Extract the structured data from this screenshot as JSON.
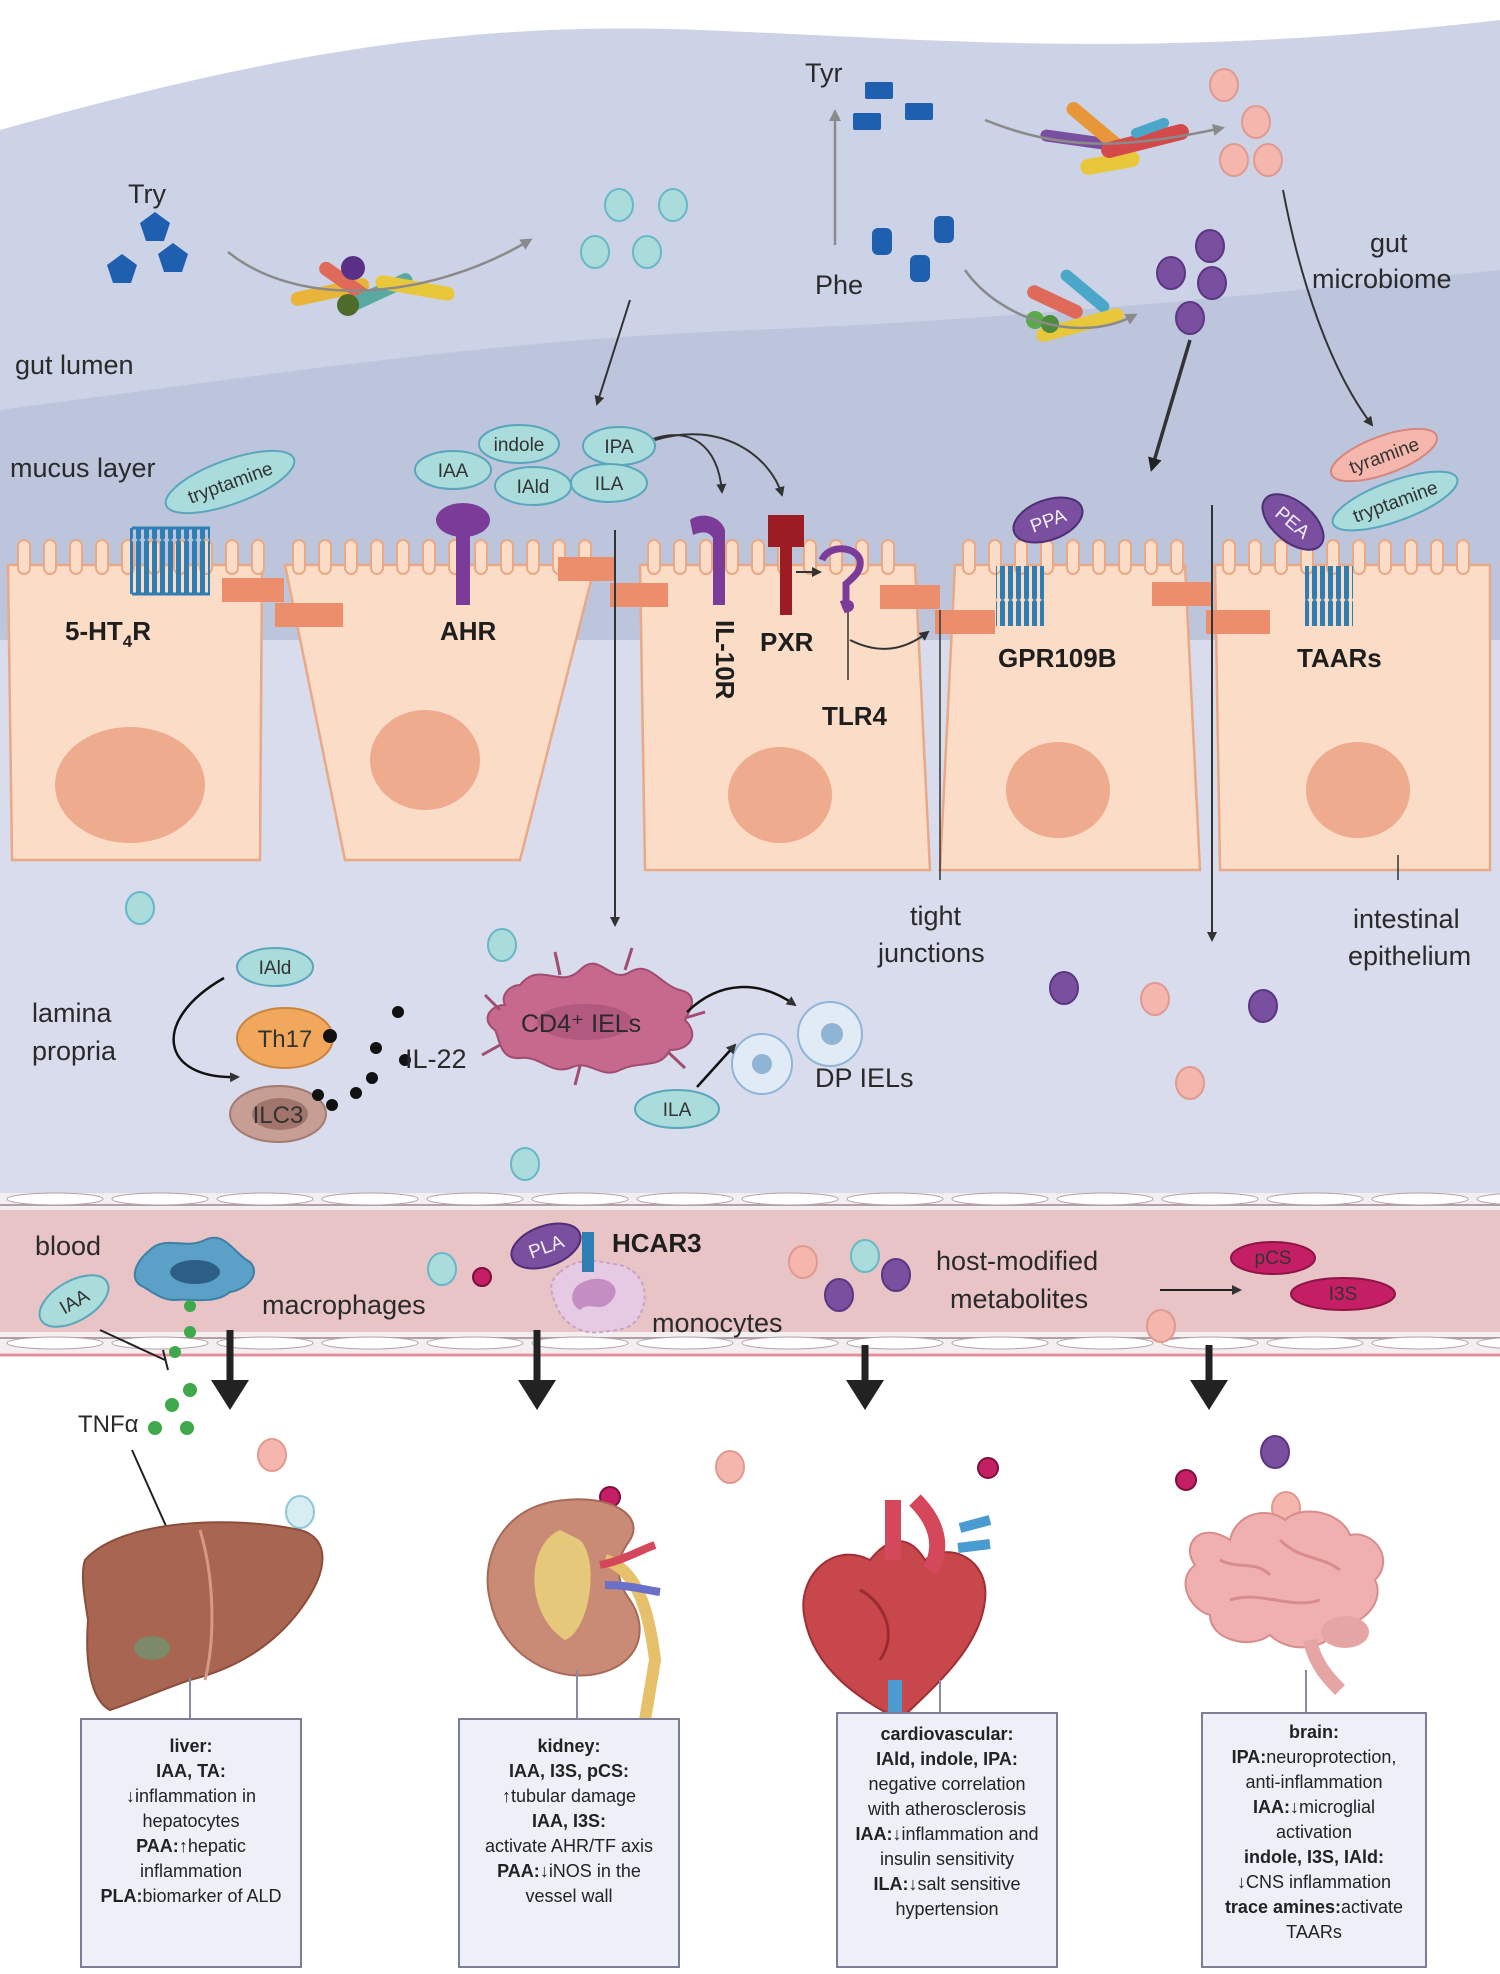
{
  "labels": {
    "try": "Try",
    "tyr": "Tyr",
    "phe": "Phe",
    "gut_lumen": "gut lumen",
    "gut_microbiome_1": "gut",
    "gut_microbiome_2": "microbiome",
    "mucus_layer": "mucus layer",
    "lamina_propria_1": "lamina",
    "lamina_propria_2": "propria",
    "tight_junctions_1": "tight",
    "tight_junctions_2": "junctions",
    "intestinal_epithelium_1": "intestinal",
    "intestinal_epithelium_2": "epithelium",
    "blood": "blood",
    "macrophages": "macrophages",
    "monocytes": "monocytes",
    "host_modified_1": "host-modified",
    "host_modified_2": "metabolites",
    "tnfa": "TNFα",
    "il22": "IL-22",
    "dp_iels": "DP IELs",
    "cd4_iels": "CD4⁺ IELs"
  },
  "receptors": {
    "ht4r_a": "5-HT",
    "ht4r_sub": "4",
    "ht4r_b": "R",
    "ahr": "AHR",
    "il10r": "IL-10R",
    "pxr": "PXR",
    "tlr4": "TLR4",
    "gpr109b": "GPR109B",
    "taars": "TAARs",
    "hcar3": "HCAR3"
  },
  "pills": {
    "tryptamine_left": "tryptamine",
    "indole": "indole",
    "ipa": "IPA",
    "iaa_mucus": "IAA",
    "iald_mucus": "IAld",
    "ila_mucus": "ILA",
    "ppa": "PPA",
    "pea": "PEA",
    "tyramine": "tyramine",
    "tryptamine_right": "tryptamine",
    "iald_lp": "IAld",
    "th17": "Th17",
    "ilc3": "ILC3",
    "ila_lp": "ILA",
    "iaa_blood": "IAA",
    "pla": "PLA",
    "pcs": "pCS",
    "i3s": "I3S"
  },
  "boxes": {
    "liver": [
      {
        "b": "liver:",
        "t": ""
      },
      {
        "b": "IAA, TA:",
        "t": ""
      },
      {
        "arrow": "↓",
        "t": "inflammation in"
      },
      {
        "b": "",
        "t": "hepatocytes"
      },
      {
        "b": "PAA:",
        "arrow": "↑",
        "t": "hepatic"
      },
      {
        "b": "",
        "t": "inflammation"
      },
      {
        "b": "PLA:",
        "t": "biomarker of ALD"
      }
    ],
    "kidney": [
      {
        "b": "kidney:",
        "t": ""
      },
      {
        "b": "IAA, I3S, pCS:",
        "t": ""
      },
      {
        "arrow": "↑",
        "t": "tubular damage"
      },
      {
        "b": "IAA, I3S:",
        "t": ""
      },
      {
        "b": "",
        "t": "activate AHR/TF axis"
      },
      {
        "b": "PAA:",
        "arrow": "↓",
        "t": "iNOS in the"
      },
      {
        "b": "",
        "t": "vessel wall"
      }
    ],
    "cardio": [
      {
        "b": "cardiovascular:",
        "t": ""
      },
      {
        "b": "IAld, indole, IPA:",
        "t": ""
      },
      {
        "b": "",
        "t": "negative correlation"
      },
      {
        "b": "",
        "t": "with atherosclerosis"
      },
      {
        "b": "IAA:",
        "arrow": "↓",
        "t": "inflammation and"
      },
      {
        "b": "",
        "t": "insulin sensitivity"
      },
      {
        "b": "ILA:",
        "arrow": "↓",
        "t": "salt sensitive"
      },
      {
        "b": "",
        "t": "hypertension"
      }
    ],
    "brain": [
      {
        "b": "brain:",
        "t": ""
      },
      {
        "b": "IPA:",
        "t": "neuroprotection,"
      },
      {
        "b": "",
        "t": "anti-inflammation"
      },
      {
        "b": "IAA:",
        "arrow": "↓",
        "t": "microglial"
      },
      {
        "b": "",
        "t": "activation"
      },
      {
        "b": "indole, I3S,  IAld:",
        "t": ""
      },
      {
        "arrow": "↓",
        "t": "CNS inflammation"
      },
      {
        "b": "trace amines:",
        "t": "activate"
      },
      {
        "b": "",
        "t": "TAARs"
      }
    ]
  },
  "colors": {
    "lumen": "#cdd3e6",
    "mucus": "#bcc4dc",
    "lamina": "#d9deee",
    "cell": "#fbdcc6",
    "cell_border": "#e9a986",
    "nucleus": "#eeab8d",
    "junction": "#ec8d6c",
    "blood": "#e8c4c6",
    "receptor_blue": "#2f7eb3",
    "teal_pill": "#a9dcdb",
    "purple_pill": "#7a4fa0",
    "pink_pill": "#f5b6ad",
    "magenta_pill": "#c41f64"
  }
}
